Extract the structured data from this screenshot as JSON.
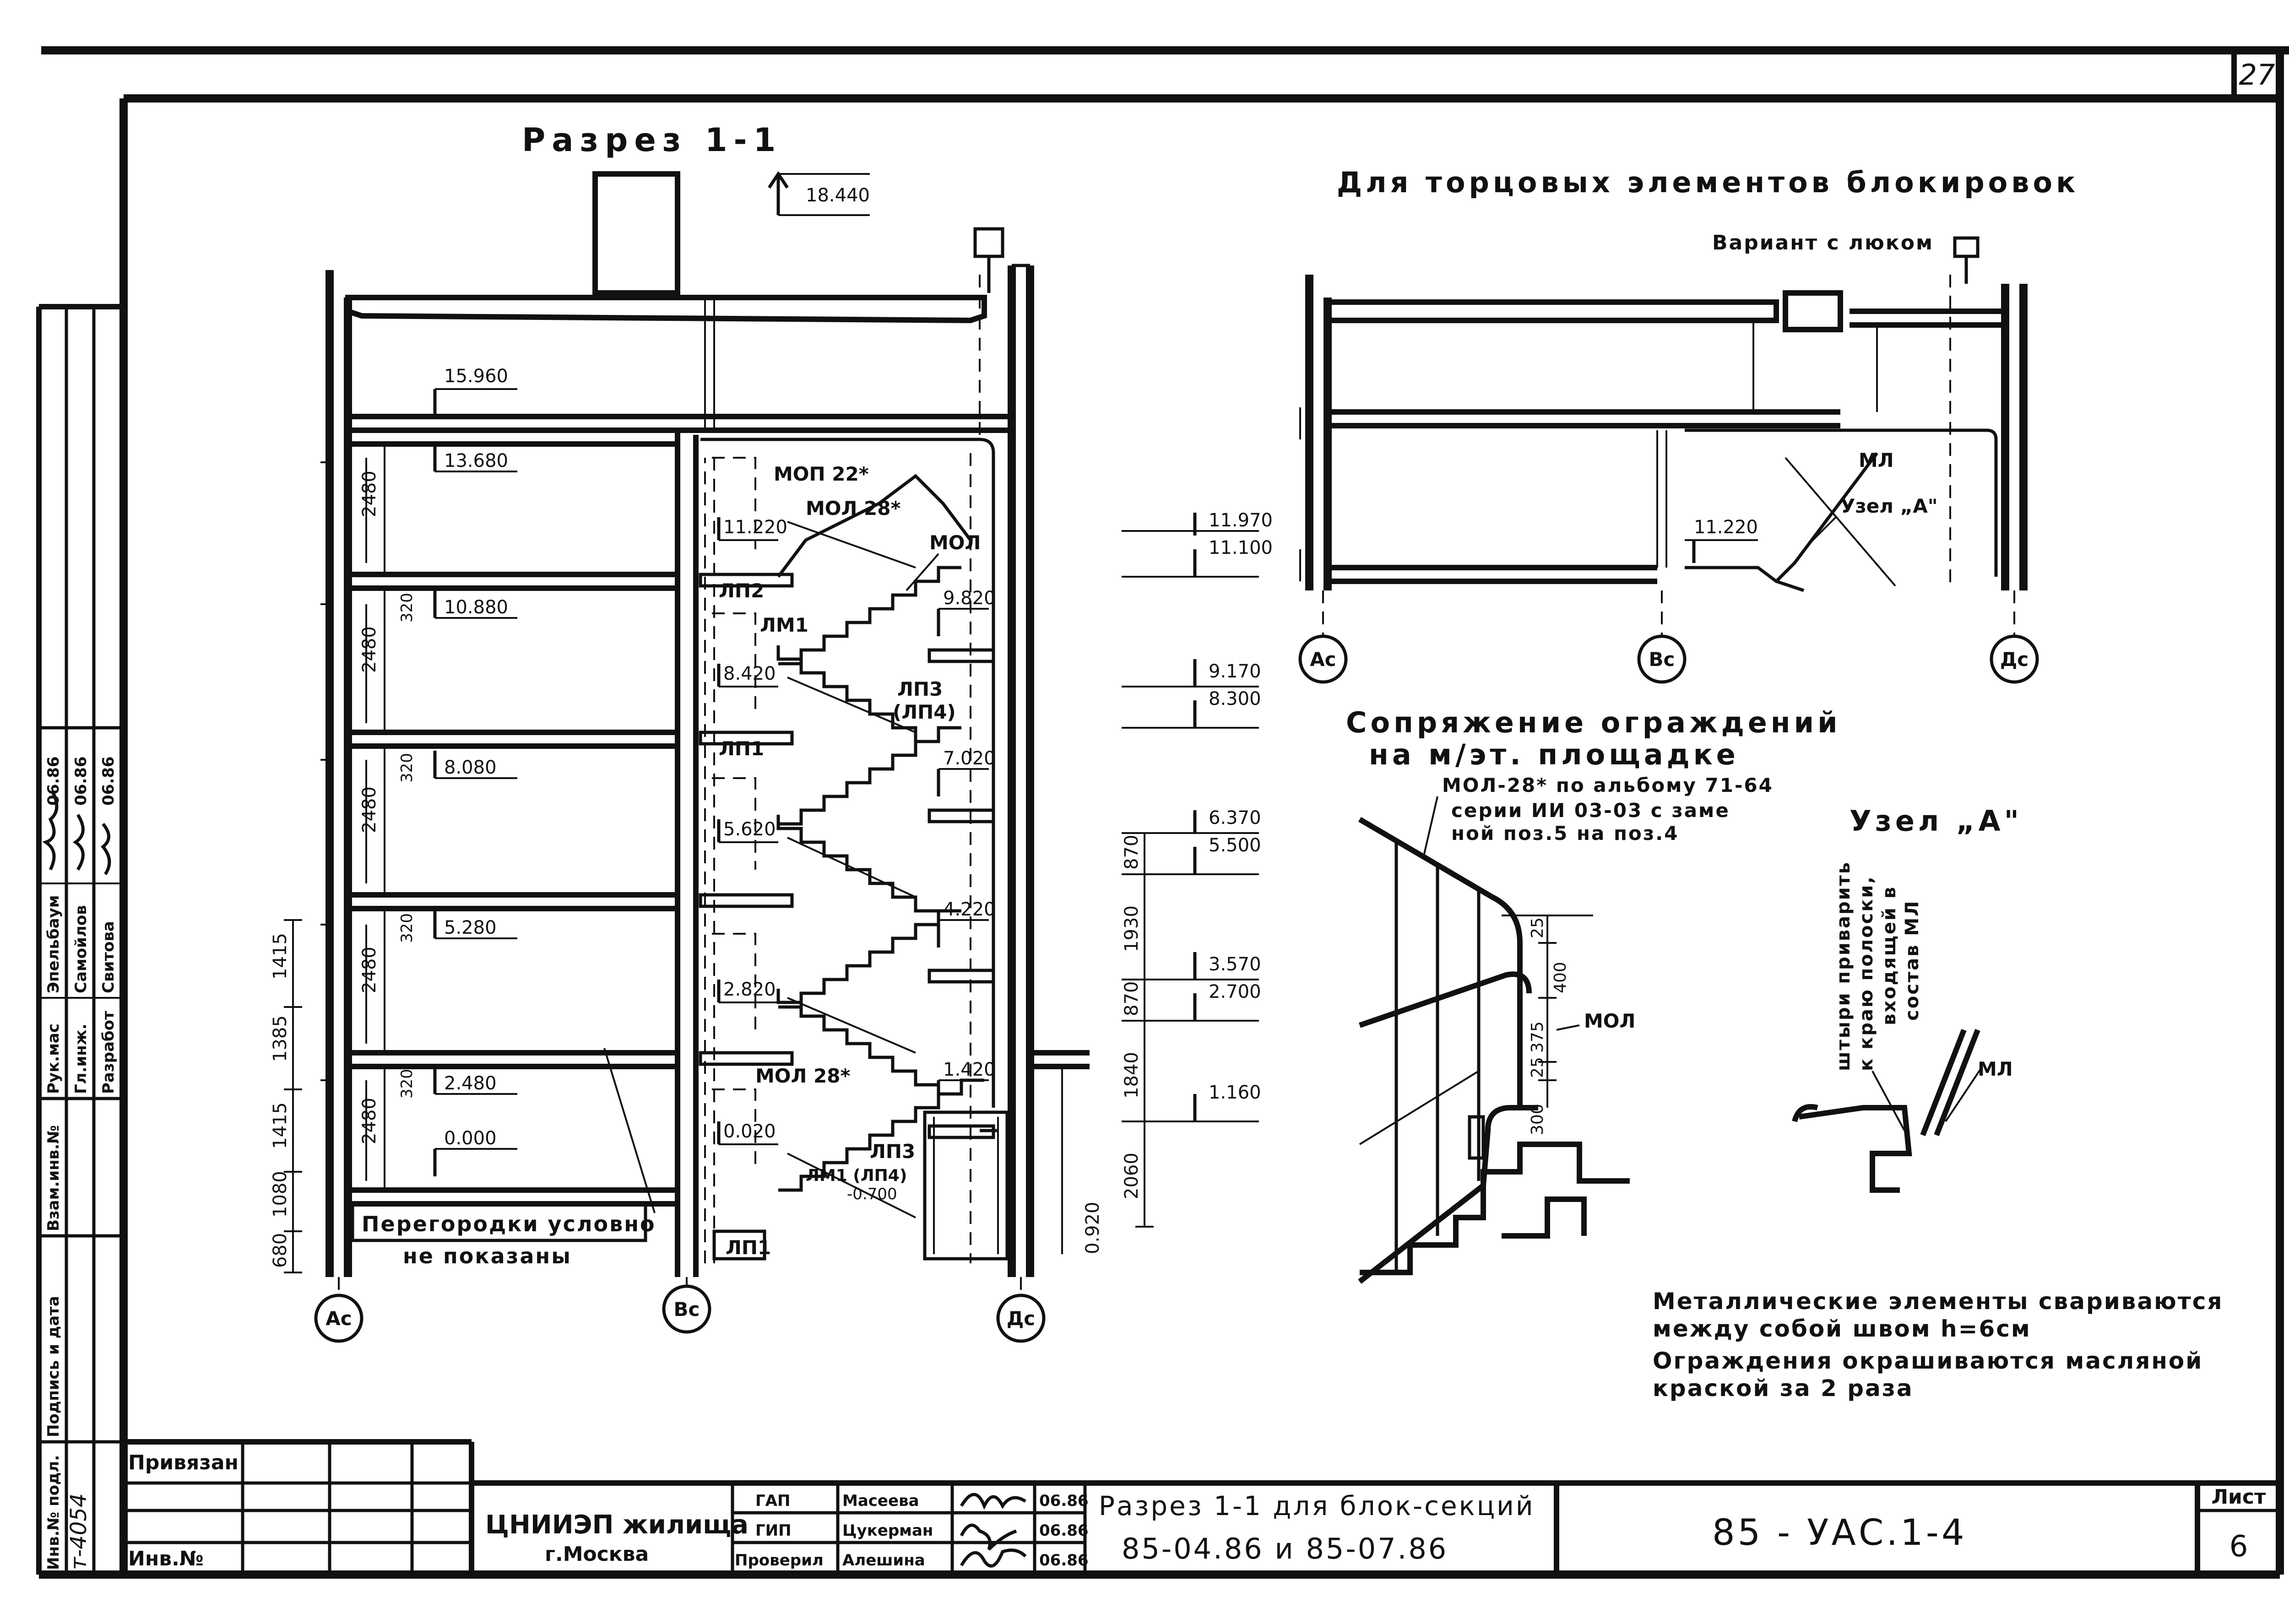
{
  "sheet": {
    "corner_mark": "27",
    "section_title": "Разрез 1-1",
    "top_elevation": "18.440",
    "right_title": "Для торцовых элементов блокировок",
    "variant_label": "Вариант с люком",
    "detail_title_1": "Сопряжение ограждений",
    "detail_title_2": "на м/эт. площадке",
    "detail_note_1": "МОЛ-28* по альбому 71-64",
    "detail_note_2": "серии ИИ 03-03 с заме",
    "detail_note_3": "ной поз.5 на поз.4",
    "node_title": "Узел „А\"",
    "node_note_1": "штыри приварить",
    "node_note_2": "к краю полоски,",
    "node_note_3": "входящей в",
    "node_note_4": "состав МЛ",
    "partition_note_1": "Перегородки условно",
    "partition_note_2": "не показаны",
    "general_note_1": "Металлические элементы свариваются",
    "general_note_2": "между собой швом h=6см",
    "general_note_3": "Ограждения окрашиваются масляной",
    "general_note_4": "краской за 2 раза"
  },
  "elevations": {
    "left": [
      "15.960",
      "13.680",
      "10.880",
      "8.080",
      "5.280",
      "2.480",
      "0.000"
    ],
    "stair": [
      "11.220",
      "9.820",
      "8.420",
      "7.020",
      "5.620",
      "4.220",
      "2.820",
      "1.420",
      "0.020",
      "-0.700"
    ],
    "middle": [
      "11.970",
      "11.100",
      "9.170",
      "8.300",
      "6.370",
      "5.500",
      "3.570",
      "2.700",
      "1.160"
    ],
    "variant": "11.220",
    "right_small": "0.920"
  },
  "dimensions": {
    "floor_heights": [
      "2480",
      "2480",
      "2480",
      "2480",
      "2480"
    ],
    "slab": [
      "320",
      "320",
      "320",
      "320"
    ],
    "left_chain": [
      "1415",
      "1385",
      "1415",
      "1080",
      "680"
    ],
    "middle_chain": [
      "870",
      "1930",
      "870",
      "1840",
      "2060"
    ],
    "detail": [
      "25",
      "400",
      "375",
      "25",
      "300"
    ]
  },
  "marks": {
    "mop22": "МОП 22*",
    "mol28": "МОЛ 28*",
    "mol": "МОЛ",
    "ml": "МЛ",
    "uzel_a": "Узел „А\"",
    "lp2": "ЛП2",
    "lp1": "ЛП1",
    "lp3": "ЛП3",
    "lp4": "(ЛП4)",
    "lm1": "ЛМ1",
    "lm1_lm4": "ЛМ1 (ЛП4)",
    "lp1b": "ЛП1",
    "lp3b": "ЛП3",
    "mol28b": "МОЛ 28*"
  },
  "axes": [
    "Ас",
    "Вс",
    "Дс"
  ],
  "stamp": {
    "side_labels": [
      "Инв.№ подл.",
      "Подпись и дата",
      "Взам.инв.№"
    ],
    "inv_number": "т-4054",
    "roles": [
      "Рук.мас",
      "Гл.инж.",
      "Разработ"
    ],
    "names": [
      "Эпельбаум",
      "Самойлов",
      "Свитова"
    ],
    "dates": [
      "06.86",
      "06.86",
      "06.86"
    ],
    "tied_label": "Привязан",
    "inv_label": "Инв.№",
    "org_1": "ЦНИИЭП жилища",
    "org_2": "г.Москва",
    "staff_roles": [
      "ГАП",
      "ГИП",
      "Проверил"
    ],
    "staff_names": [
      "Масеева",
      "Цукерман",
      "Алешина"
    ],
    "staff_dates": [
      "06.86",
      "06.86",
      "06.86"
    ],
    "drawing_title_1": "Разрез 1-1 для блок-секций",
    "drawing_title_2": "85-04.86 и 85-07.86",
    "project_code": "85 - УАС.1-4",
    "sheet_label": "Лист",
    "sheet_number": "6"
  }
}
